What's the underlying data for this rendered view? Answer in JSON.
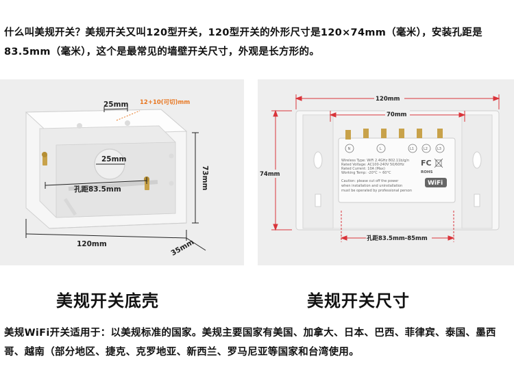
{
  "intro_text": "什么叫美规开关？美规开关又叫120型开关，120型开关的外形尺寸是120×74mm（毫米），安装孔距是83.5mm（毫米），这个是最常见的墙壁开关尺寸，外观是长方形的。",
  "left_panel": {
    "dim_top": "25mm",
    "dim_inner": "25mm",
    "dim_cut": "12+10(可切)mm",
    "dim_hole": "孔距83.5mm",
    "dim_height": "73mm",
    "dim_width": "120mm",
    "dim_depth": "35mm",
    "caption": "美规开关底壳"
  },
  "right_panel": {
    "dim_width": "120mm",
    "dim_inner": "70mm",
    "dim_height": "74mm",
    "dim_hole": "孔距83.5mm-85mm",
    "terminals": [
      "N",
      "L",
      "L1",
      "L2",
      "L3"
    ],
    "spec_lines": [
      "Wireless Type: WiFi 2.4GHz 802.11b/g/n",
      "Rated Voltage: AC100-240V 50/60Hz",
      "Rated Current: 10A (Max)",
      "Working Temp: -20°C ~ 60°C"
    ],
    "caution_lines": [
      "Caution: please cut off the power",
      "when installation and uninstallation",
      "must be operated by professional person"
    ],
    "fc_label": "FC",
    "rohs_label": "ROHS",
    "wifi_label": "WiFi",
    "caption": "美规开关尺寸"
  },
  "usage_text": "美规WiFi开关适用于：以美规标准的国家。美规主要国家有美国、加拿大、日本、巴西、菲律宾、泰国、墨西哥、越南（部分地区、捷克、克罗地亚、新西兰、罗马尼亚等国家和台湾使用。",
  "colors": {
    "dimension_line": "#d9343a",
    "cut_label": "#e87722",
    "panel_bg": "#eeeeee"
  }
}
